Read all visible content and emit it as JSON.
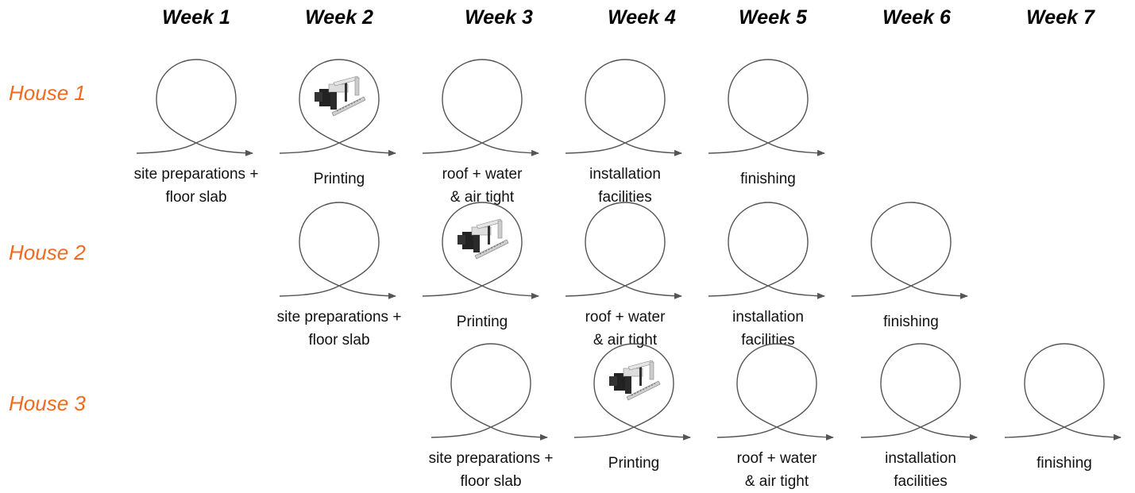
{
  "weeks": [
    "Week 1",
    "Week 2",
    "Week 3",
    "Week 4",
    "Week 5",
    "Week 6",
    "Week 7"
  ],
  "houses": [
    {
      "name": "House 1",
      "steps": [
        {
          "line1": "site preparations +",
          "line2": "floor slab",
          "icon": "loop"
        },
        {
          "line1": "Printing",
          "line2": "",
          "icon": "3d-printer"
        },
        {
          "line1": "roof + water",
          "line2": "& air tight",
          "icon": "loop"
        },
        {
          "line1": "installation",
          "line2": "facilities",
          "icon": "loop"
        },
        {
          "line1": "finishing",
          "line2": "",
          "icon": "loop"
        }
      ]
    },
    {
      "name": "House 2",
      "steps": [
        {
          "line1": "site preparations +",
          "line2": "floor slab",
          "icon": "loop"
        },
        {
          "line1": "Printing",
          "line2": "",
          "icon": "3d-printer"
        },
        {
          "line1": "roof + water",
          "line2": "& air tight",
          "icon": "loop"
        },
        {
          "line1": "installation",
          "line2": "facilities",
          "icon": "loop"
        },
        {
          "line1": "finishing",
          "line2": "",
          "icon": "loop"
        }
      ]
    },
    {
      "name": "House 3",
      "steps": [
        {
          "line1": "site preparations +",
          "line2": "floor slab",
          "icon": "loop"
        },
        {
          "line1": "Printing",
          "line2": "",
          "icon": "3d-printer"
        },
        {
          "line1": "roof + water",
          "line2": "& air tight",
          "icon": "loop"
        },
        {
          "line1": "installation",
          "line2": "facilities",
          "icon": "loop"
        },
        {
          "line1": "finishing",
          "line2": "",
          "icon": "loop"
        }
      ]
    }
  ],
  "colors": {
    "house": "#f26a1e",
    "loop": "#555555"
  }
}
